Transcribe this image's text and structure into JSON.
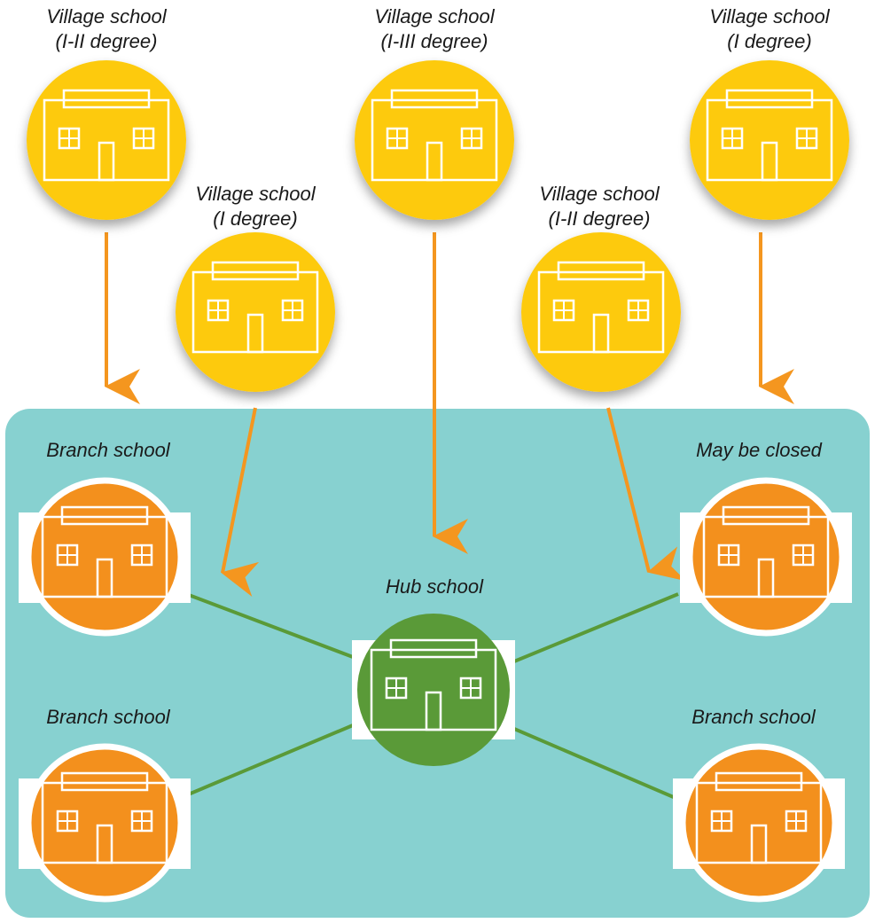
{
  "colors": {
    "panel": "#87d1d0",
    "village": "#fdca0e",
    "village_shadow": "#b78a10",
    "branch": "#f3901d",
    "hub": "#5a9a38",
    "arrow": "#f4961f",
    "link": "#5a9a38",
    "building_outline": "#ffffff"
  },
  "village_schools": [
    {
      "line1": "Village school",
      "line2": "(I-II degree)"
    },
    {
      "line1": "Village school",
      "line2": "(I degree)"
    },
    {
      "line1": "Village school",
      "line2": "(I-III degree)"
    },
    {
      "line1": "Village school",
      "line2": "(I-II degree)"
    },
    {
      "line1": "Village school",
      "line2": "(I degree)"
    }
  ],
  "branch_schools": [
    {
      "label": "Branch school"
    },
    {
      "label": "May be closed"
    },
    {
      "label": "Branch school"
    },
    {
      "label": "Branch school"
    }
  ],
  "hub_school": {
    "label": "Hub school"
  },
  "icons": {
    "village": "school-building-icon",
    "branch": "school-building-icon",
    "hub": "school-building-icon"
  }
}
